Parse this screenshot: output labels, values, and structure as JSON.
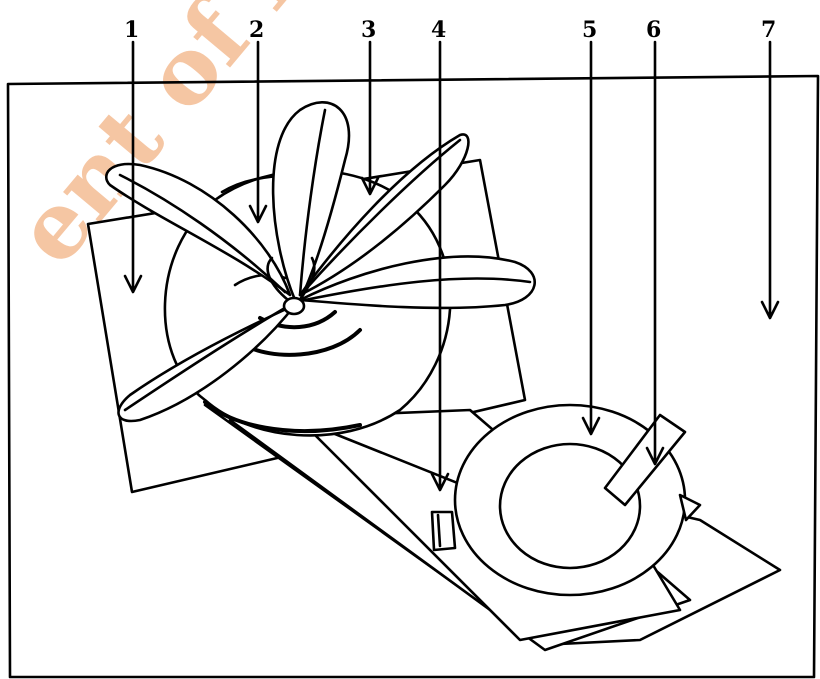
{
  "watermark": {
    "text": "ent of Ex",
    "color": "#f5c09a"
  },
  "labels": [
    "1",
    "2",
    "3",
    "4",
    "5",
    "6",
    "7"
  ]
}
